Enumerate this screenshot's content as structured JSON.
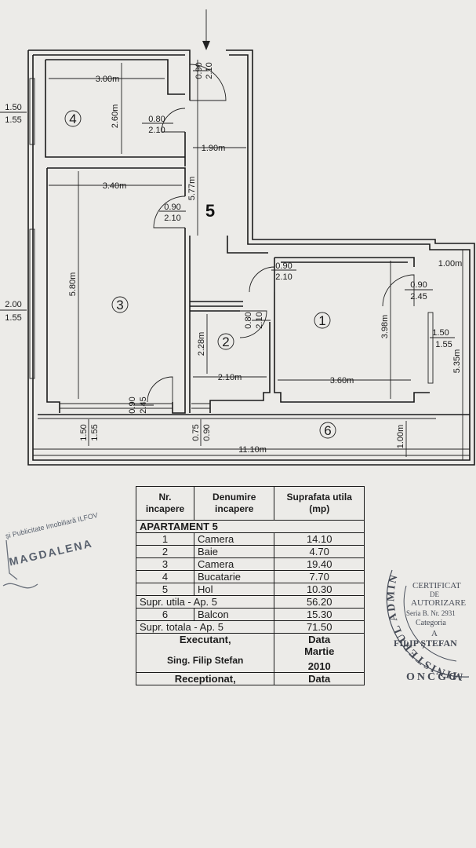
{
  "plan": {
    "room_numbers": [
      "1",
      "2",
      "3",
      "4",
      "5",
      "6"
    ],
    "dimensions": {
      "room4_width": "3.00m",
      "room4_depth": "2.60m",
      "room3_width": "3.40m",
      "room3_depth": "5.80m",
      "hall_width": "1.90m",
      "hall_length": "5.77m",
      "room2_width": "2.10m",
      "room2_depth": "2.28m",
      "room1_width": "3.60m",
      "room1_depth": "3.98m",
      "balcony_depth": "1.00m",
      "right_offset": "1.00m",
      "overall_width": "11.10m",
      "overall_height": "5.35m"
    },
    "openings": {
      "entry_door": [
        "0.90",
        "2.10"
      ],
      "kitchen_door": [
        "0.80",
        "2.10"
      ],
      "room3_door": [
        "0.90",
        "2.10"
      ],
      "room1_door": [
        "0.90",
        "2.10"
      ],
      "bath_door": [
        "0.80",
        "2.10"
      ],
      "room1_balcony_door": [
        "0.90",
        "2.45"
      ],
      "room3_balcony_door": [
        "0.90",
        "2.45"
      ],
      "kitchen_window": [
        "1.50",
        "1.55"
      ],
      "room3_window": [
        "2.00",
        "1.55"
      ],
      "room1_window": [
        "1.50",
        "1.55"
      ],
      "balcony_window_left": [
        "1.50",
        "1.55"
      ],
      "balcony_window_mid": [
        "0.75",
        "0.90"
      ]
    }
  },
  "table": {
    "col_nr": "Nr. incapere",
    "col_name": "Denumire incapere",
    "col_area": "Suprafata utila (mp)",
    "apartment": "APARTAMENT 5",
    "rows": [
      {
        "nr": "1",
        "name": "Camera",
        "area": "14.10"
      },
      {
        "nr": "2",
        "name": "Baie",
        "area": "4.70"
      },
      {
        "nr": "3",
        "name": "Camera",
        "area": "19.40"
      },
      {
        "nr": "4",
        "name": "Bucatarie",
        "area": "7.70"
      },
      {
        "nr": "5",
        "name": "Hol",
        "area": "10.30"
      }
    ],
    "useful_label": "Supr. utila - Ap. 5",
    "useful_value": "56.20",
    "balcony_nr": "6",
    "balcony_name": "Balcon",
    "balcony_area": "15.30",
    "total_label": "Supr. totala - Ap. 5",
    "total_value": "71.50",
    "executant_label": "Executant,",
    "executant_name": "Sing. Filip Stefan",
    "date_label": "Data",
    "date_month": "Martie",
    "date_year": "2010",
    "receptionat_label": "Receptionat,",
    "receptionat_date_label": "Data"
  },
  "stamp_left": {
    "line1": "şi Publicitate Imobiliară ILFOV",
    "line2": "MAGDALENA"
  },
  "stamp_right": {
    "ring_top": "MINISTERUL ADMINISTR",
    "ring_bottom": "ONCGC",
    "line1": "CERTIFICAT",
    "line2": "DE",
    "line3": "AUTORIZARE",
    "line4": "Seria B. Nr. 2931",
    "line5": "Categoria",
    "line6": "A",
    "line7": "FILIP ŞTEFAN"
  }
}
